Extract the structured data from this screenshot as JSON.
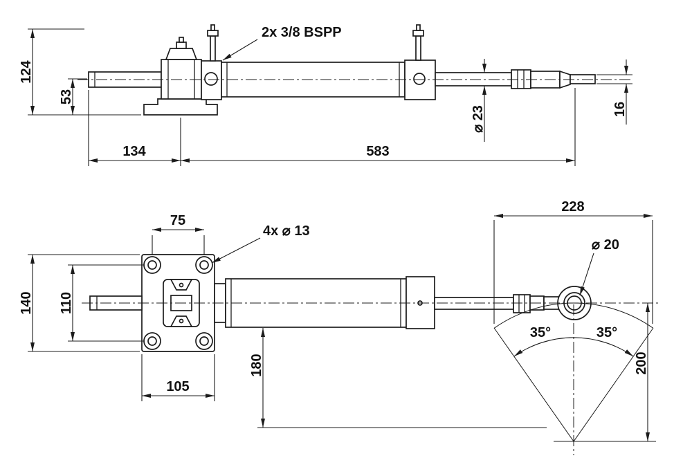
{
  "page": {
    "background": "#ffffff",
    "line_color": "#1c1c1c"
  },
  "side_view": {
    "port_callout": "2x 3/8 BSPP",
    "dim_overall_height": "124",
    "dim_base_to_centerline": "53",
    "dim_mount_length": "134",
    "dim_body_length": "583",
    "dim_rod_diameter": "⌀ 23",
    "dim_tip_width": "16"
  },
  "plan_view": {
    "dim_hole_spacing_horizontal": "75",
    "holes_callout": "4x ⌀ 13",
    "dim_swing_width": "228",
    "ball_bore_callout": "⌀ 20",
    "dim_flange_height": "140",
    "dim_hole_spacing_vertical": "110",
    "dim_swing_angle_left": "35°",
    "dim_swing_angle_right": "35°",
    "dim_flange_width": "105",
    "dim_centerline_to_datum": "180",
    "dim_swing_radius": "200"
  }
}
